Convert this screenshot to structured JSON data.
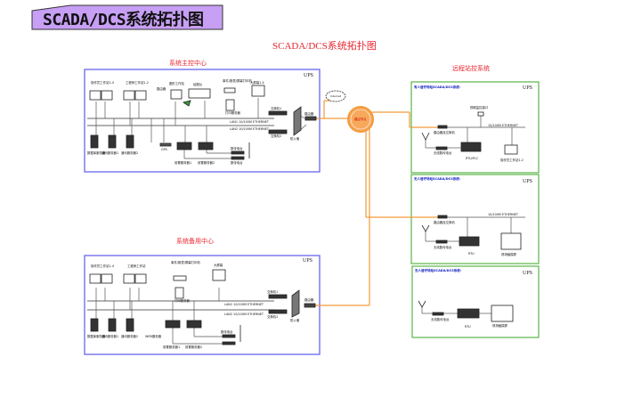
{
  "banner": {
    "title": "SCADA/DCS系统拓扑图",
    "fill": "#c79ff5"
  },
  "diagram": {
    "title": "SCADA/DCS系统拓扑图",
    "colors": {
      "master_border": "#6666ee",
      "remote_border": "#66bb55",
      "link": "#f39a3a",
      "title_red": "#e8262f"
    },
    "main_center": {
      "title": "系统主控中心",
      "ups": "UPS",
      "labels": {
        "op_station": "操作员工作站1-4",
        "eng_station": "工程师工作站1-2",
        "router": "路由器",
        "graphic_ws": "图形工作站",
        "plotter": "绘图仪",
        "printer": "事件/报表/屏幕打印机",
        "big_screen": "大屏幕1-4",
        "print_server": "打印服务器",
        "lan1": "LAN1 10/100M ETHERNET",
        "lan2": "LAN2 10/100M ETHERNET",
        "switch1": "交换机1",
        "switch2": "交换机2",
        "firewall": "防火墙",
        "modem": "路由器",
        "gps": "GPS",
        "db_server": "数据库服务器",
        "scada_server1": "通讯服务器1",
        "scada_server2": "通讯服务器2",
        "fe1": "前置服务器1",
        "fe2": "前置服务器2",
        "radio1": "数传电台",
        "radio2": "数传电台"
      }
    },
    "backup_center": {
      "title": "系统备用中心",
      "ups": "UPS",
      "labels": {
        "op_station": "操作员工作站1-4",
        "eng_station": "工程师工作站",
        "printer": "事件/报表/屏幕打印机",
        "big_screen": "大屏幕",
        "print_server": "打印服务器",
        "lan1": "LAN1 10/100M ETHERNET",
        "lan2": "LAN2 10/100M ETHERNET",
        "switch1": "交换机1",
        "switch2": "交换机2",
        "firewall": "防火墙",
        "modem": "路由器",
        "db_server": "数据库服务器",
        "scada_server1": "通讯服务器1",
        "scada_server2": "通讯服务器2",
        "web_server": "WEB服务器",
        "fe1": "前置服务器1",
        "fe2": "前置服务器2",
        "radio": "数传电台"
      }
    },
    "internet": "Internet",
    "hub": "路由节点",
    "remote": {
      "title": "远程站控系统",
      "stations": [
        {
          "header": "有人值守场站SCADA/DCS系统:",
          "ups": "UPS",
          "ethernet": "10/100M ETHERNET",
          "labels": [
            "视频监控接口",
            "路由器及交换机",
            "无线数传电台",
            "RTU/PLC",
            "操作员工作站1-2"
          ]
        },
        {
          "header": "无人值守场站SCADA/DCS系统:",
          "ups": "UPS",
          "ethernet": "10/100M ETHERNET",
          "labels": [
            "路由器及交换机",
            "无线数传电台",
            "RTU",
            "现场触摸屏"
          ]
        },
        {
          "header": "无人值守场站SCADA/DCS系统:",
          "ups": "UPS",
          "labels": [
            "无线数传电台",
            "RTU",
            "现场触摸屏"
          ]
        }
      ]
    }
  }
}
